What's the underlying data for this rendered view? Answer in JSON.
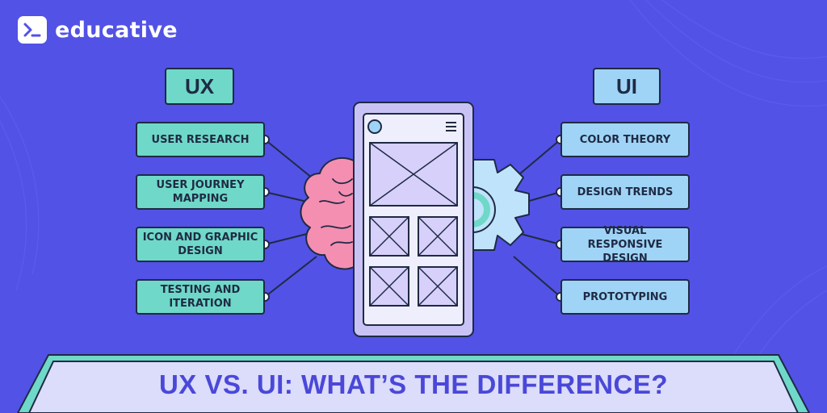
{
  "brand": {
    "name": "educative",
    "logo_icon": "terminal-prompt-icon"
  },
  "ux": {
    "heading": "UX",
    "items": [
      "USER RESEARCH",
      "USER JOURNEY\nMAPPING",
      "ICON AND GRAPHIC\nDESIGN",
      "TESTING AND\nITERATION"
    ]
  },
  "ui": {
    "heading": "UI",
    "items": [
      "COLOR THEORY",
      "DESIGN TRENDS",
      "VISUAL RESPONSIVE\nDESIGN",
      "PROTOTYPING"
    ]
  },
  "banner": {
    "title": "UX VS. UI: WHAT’S THE DIFFERENCE?"
  },
  "colors": {
    "background": "#5252e6",
    "ux_box": "#6fd8c8",
    "ui_box": "#9fd4f6",
    "outline": "#1f2a44",
    "brain": "#f48fb1",
    "gear": "#bfe3fb",
    "phone": "#c9c3f5",
    "banner_fill": "#dcdcfb",
    "banner_text": "#4a48d8"
  }
}
